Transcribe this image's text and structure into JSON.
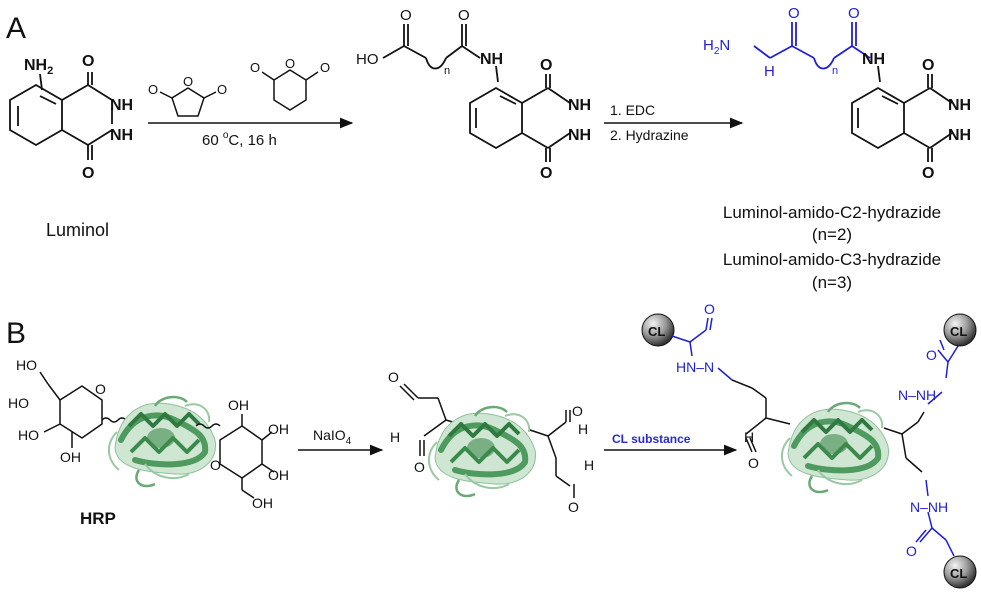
{
  "panels": {
    "a": {
      "label": "A",
      "luminol": {
        "amine": "NH",
        "amine_sub": "2",
        "nh_upper": "NH",
        "nh_lower": "NH",
        "o_upper": "O",
        "o_lower": "O",
        "name": "Luminol"
      },
      "anhydride_o": "O",
      "conditions": {
        "temp_value": "60 ",
        "temp_degree": "o",
        "temp_rest": "C, 16 h"
      },
      "acid": {
        "oh": "HO",
        "o": "O",
        "n": "n",
        "nh": "NH"
      },
      "steps": [
        "1. EDC",
        "2. Hydrazine"
      ],
      "product": {
        "h2n": "H",
        "h2n_sub": "2",
        "h2n_n": "N",
        "nh": "NH",
        "h_low": "H",
        "o": "O",
        "n": "n"
      },
      "product_names": [
        "Luminol-amido-C2-hydrazide",
        "(n=2)",
        "Luminol-amido-C3-hydrazide",
        "(n=3)"
      ]
    },
    "b": {
      "label": "B",
      "sugar": {
        "oh": "OH",
        "ho": "HO",
        "o": "O"
      },
      "hrp_label": "HRP",
      "oxidant": {
        "main": "NaIO",
        "sub": "4"
      },
      "aldehyde": {
        "o": "O",
        "h": "H"
      },
      "arrow_label": "CL substance",
      "cl_badge": "CL",
      "hydrazone": {
        "hn_n": "HN–N",
        "n_nh": "N–NH",
        "o": "O",
        "h": "H"
      }
    }
  },
  "colors": {
    "black": "#111111",
    "blue": "#1f1fd6",
    "protein": "#3f8a4f",
    "protein_light": "#9cc9a4",
    "arrow_label": "#2a2ad0"
  }
}
